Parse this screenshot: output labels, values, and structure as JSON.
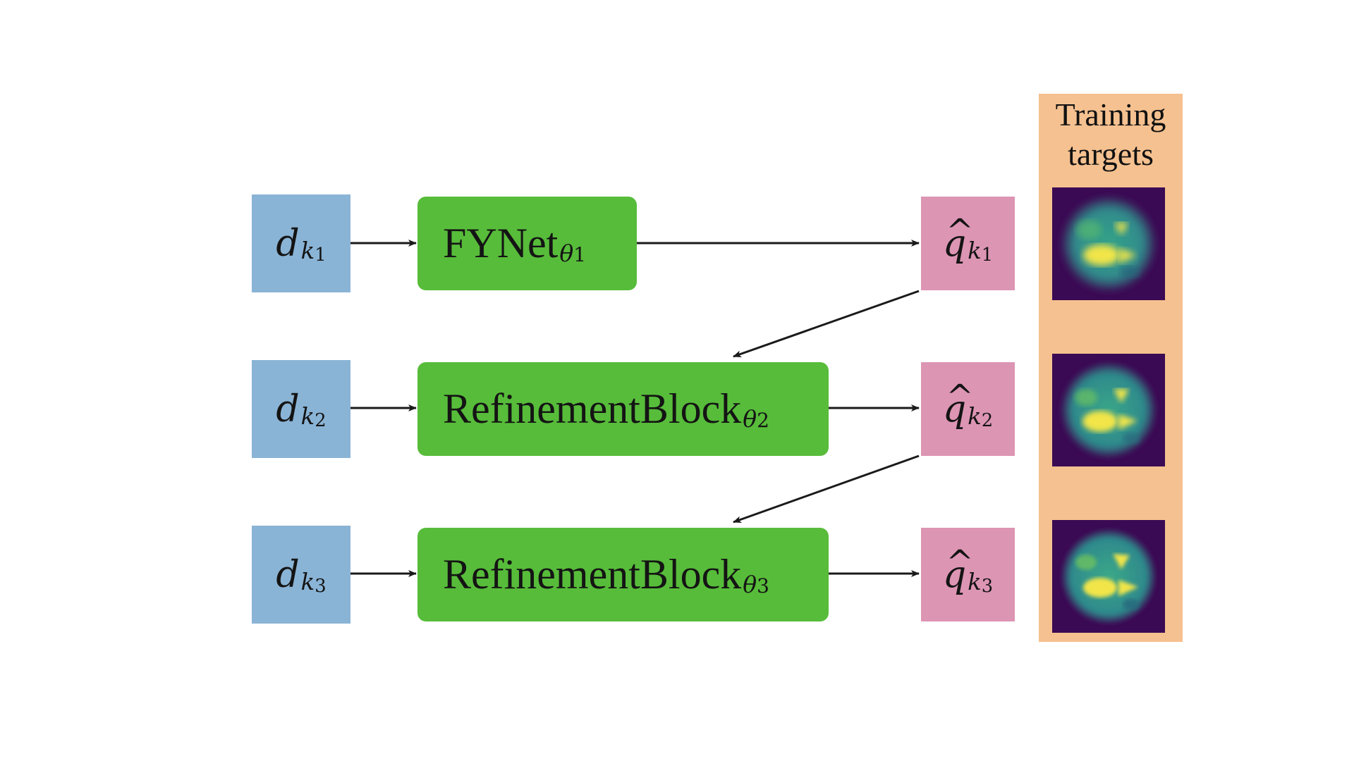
{
  "figure": {
    "inputs": [
      {
        "symbol": "d",
        "sub": "k",
        "index": "1"
      },
      {
        "symbol": "d",
        "sub": "k",
        "index": "2"
      },
      {
        "symbol": "d",
        "sub": "k",
        "index": "3"
      }
    ],
    "networks": [
      {
        "name": "FYNet",
        "param": "θ",
        "index": "1"
      },
      {
        "name": "RefinementBlock",
        "param": "θ",
        "index": "2"
      },
      {
        "name": "RefinementBlock",
        "param": "θ",
        "index": "3"
      }
    ],
    "outputs": [
      {
        "symbol": "q",
        "hat": "^",
        "sub": "k",
        "index": "1"
      },
      {
        "symbol": "q",
        "hat": "^",
        "sub": "k",
        "index": "2"
      },
      {
        "symbol": "q",
        "hat": "^",
        "sub": "k",
        "index": "3"
      }
    ],
    "targets": {
      "title": "Training targets"
    },
    "colors": {
      "input": "#8ab4d6",
      "network": "#57bc3a",
      "output": "#dd95b4",
      "targets_panel": "#f5c190",
      "image_background": "#3b0a54",
      "image_disc": "#2c8e8c",
      "image_highlight": "#f1e54a"
    }
  }
}
